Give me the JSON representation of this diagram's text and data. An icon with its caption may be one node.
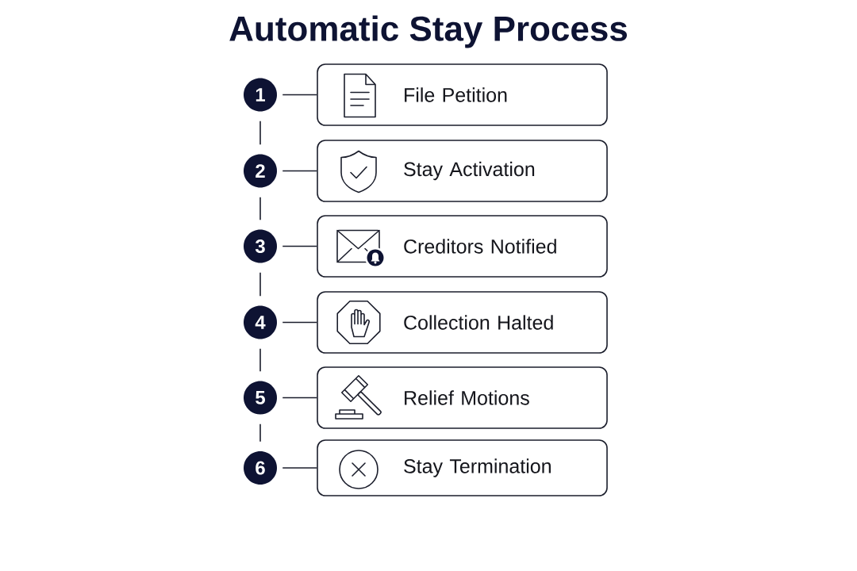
{
  "diagram": {
    "title": "Automatic Stay Process",
    "nodes": [
      {
        "text": [
          "1"
        ]
      },
      {
        "text": [
          "File Petition"
        ]
      },
      {
        "text": [
          "2"
        ]
      },
      {
        "text": [
          "Stay Activation"
        ]
      },
      {
        "text": [
          "3"
        ]
      },
      {
        "text": [
          "Creditors Notified"
        ]
      },
      {
        "text": [
          "4"
        ]
      },
      {
        "text": [
          "Collection Halted"
        ]
      },
      {
        "text": [
          "5"
        ]
      },
      {
        "text": [
          "Relief Motions"
        ]
      },
      {
        "text": [
          "6"
        ]
      },
      {
        "text": [
          "Stay Termination"
        ]
      }
    ],
    "edges": [
      {
        "from": 0,
        "to": 1,
        "arrow": "none"
      },
      {
        "from": 0,
        "to": 2,
        "arrow": "none"
      },
      {
        "from": 2,
        "to": 3,
        "arrow": "none"
      },
      {
        "from": 2,
        "to": 4,
        "arrow": "none"
      },
      {
        "from": 4,
        "to": 5,
        "arrow": "none"
      },
      {
        "from": 4,
        "to": 6,
        "arrow": "none"
      },
      {
        "from": 6,
        "to": 7,
        "arrow": "none"
      },
      {
        "from": 6,
        "to": 8,
        "arrow": "none"
      },
      {
        "from": 8,
        "to": 9,
        "arrow": "none"
      },
      {
        "from": 8,
        "to": 10,
        "arrow": "none"
      },
      {
        "from": 10,
        "to": 11,
        "arrow": "none"
      }
    ]
  }
}
